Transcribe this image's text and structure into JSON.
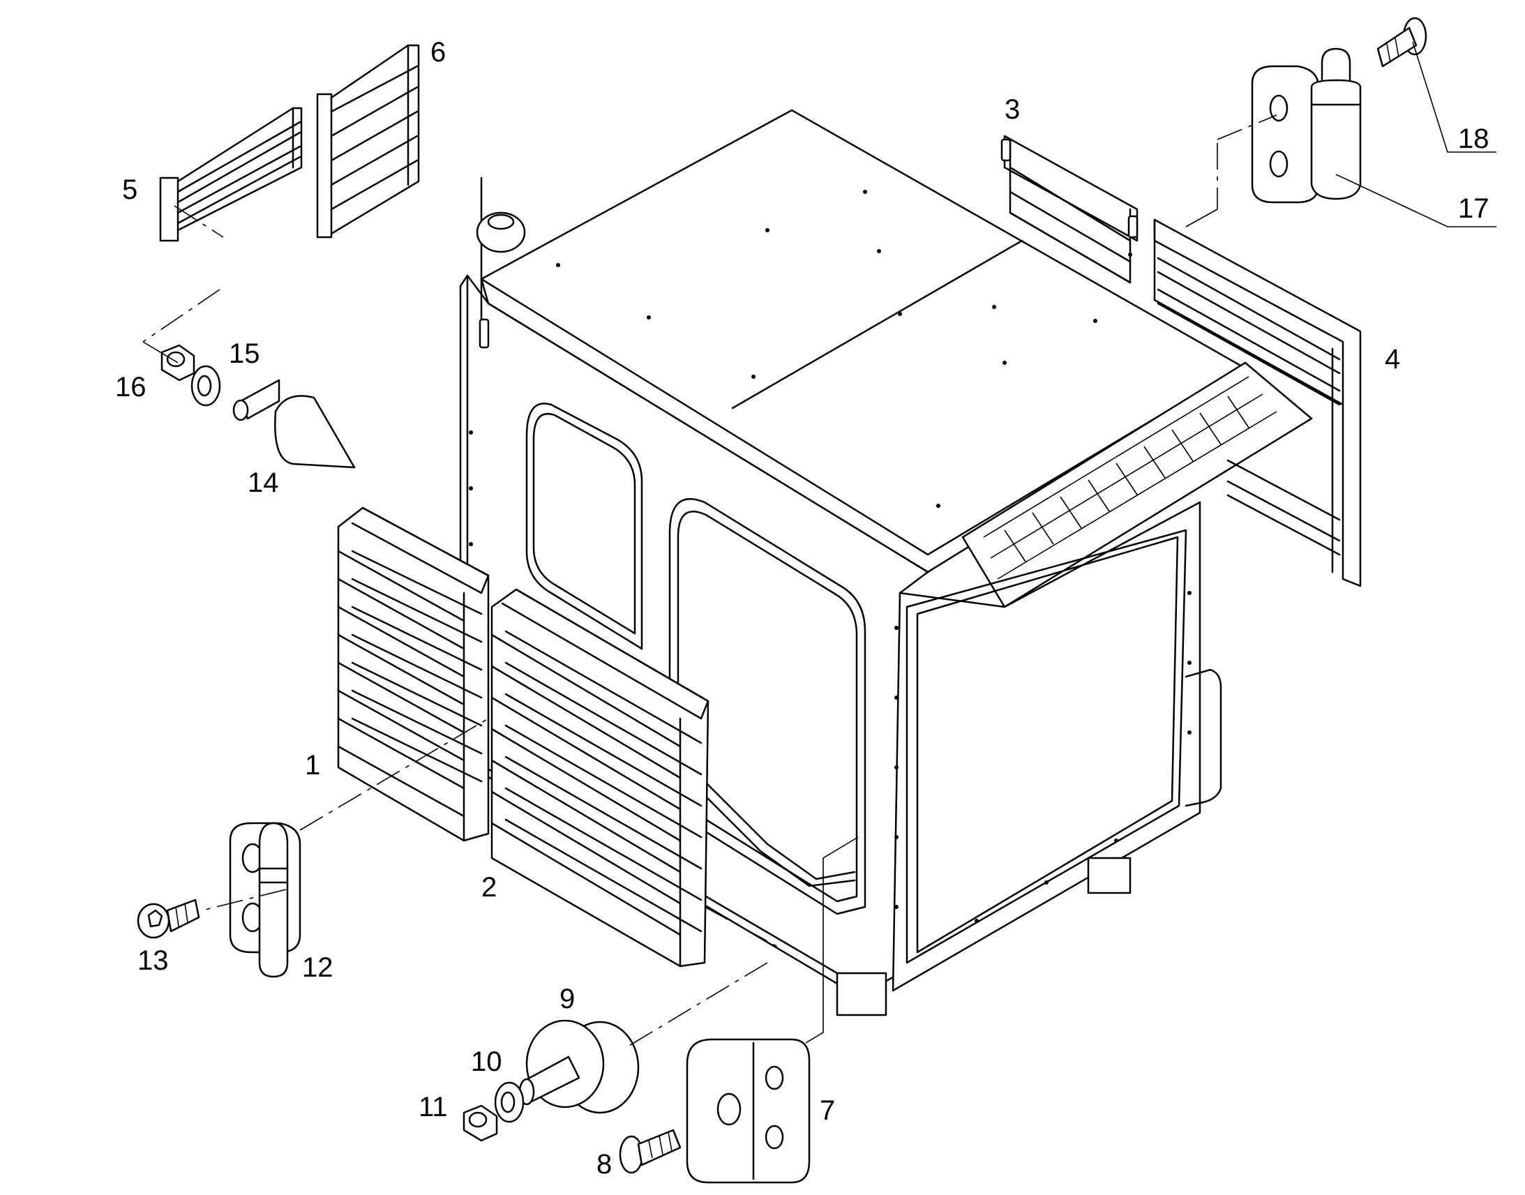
{
  "parts": [
    {
      "id": "1",
      "label": "1"
    },
    {
      "id": "2",
      "label": "2"
    },
    {
      "id": "3",
      "label": "3"
    },
    {
      "id": "4",
      "label": "4"
    },
    {
      "id": "5",
      "label": "5"
    },
    {
      "id": "6",
      "label": "6"
    },
    {
      "id": "7",
      "label": "7"
    },
    {
      "id": "8",
      "label": "8"
    },
    {
      "id": "9",
      "label": "9"
    },
    {
      "id": "10",
      "label": "10"
    },
    {
      "id": "11",
      "label": "11"
    },
    {
      "id": "12",
      "label": "12"
    },
    {
      "id": "13",
      "label": "13"
    },
    {
      "id": "14",
      "label": "14"
    },
    {
      "id": "15",
      "label": "15"
    },
    {
      "id": "16",
      "label": "16"
    },
    {
      "id": "17",
      "label": "17"
    },
    {
      "id": "18",
      "label": "18"
    }
  ]
}
